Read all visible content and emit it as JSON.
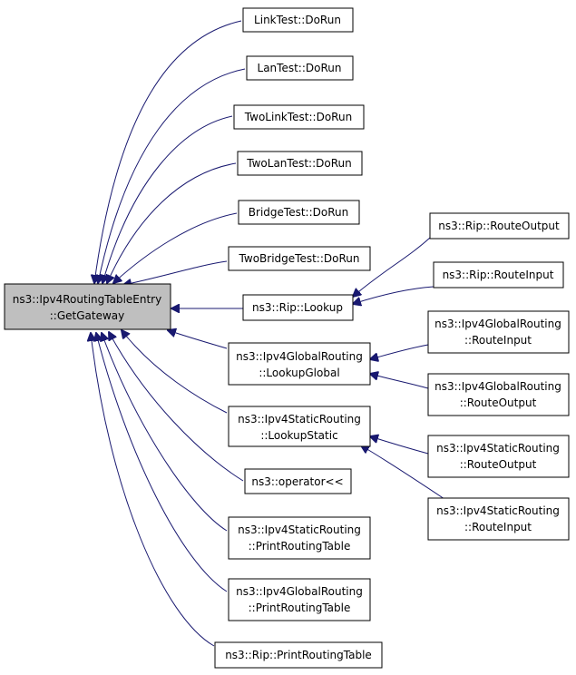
{
  "graph": {
    "root": {
      "line1": "ns3::Ipv4RoutingTableEntry",
      "line2": "::GetGateway"
    },
    "callers": [
      {
        "id": "linktest",
        "lines": [
          "LinkTest::DoRun"
        ]
      },
      {
        "id": "lantest",
        "lines": [
          "LanTest::DoRun"
        ]
      },
      {
        "id": "twolinktest",
        "lines": [
          "TwoLinkTest::DoRun"
        ]
      },
      {
        "id": "twolantest",
        "lines": [
          "TwoLanTest::DoRun"
        ]
      },
      {
        "id": "bridgetest",
        "lines": [
          "BridgeTest::DoRun"
        ]
      },
      {
        "id": "twobridgetest",
        "lines": [
          "TwoBridgeTest::DoRun"
        ]
      },
      {
        "id": "rip-lookup",
        "lines": [
          "ns3::Rip::Lookup"
        ]
      },
      {
        "id": "global-lookup",
        "lines": [
          "ns3::Ipv4GlobalRouting",
          "::LookupGlobal"
        ]
      },
      {
        "id": "static-lookup",
        "lines": [
          "ns3::Ipv4StaticRouting",
          "::LookupStatic"
        ]
      },
      {
        "id": "operator",
        "lines": [
          "ns3::operator<<"
        ]
      },
      {
        "id": "static-print",
        "lines": [
          "ns3::Ipv4StaticRouting",
          "::PrintRoutingTable"
        ]
      },
      {
        "id": "global-print",
        "lines": [
          "ns3::Ipv4GlobalRouting",
          "::PrintRoutingTable"
        ]
      },
      {
        "id": "rip-print",
        "lines": [
          "ns3::Rip::PrintRoutingTable"
        ]
      }
    ],
    "secondary": [
      {
        "id": "rip-routeoutput",
        "lines": [
          "ns3::Rip::RouteOutput"
        ],
        "calls": "rip-lookup"
      },
      {
        "id": "rip-routeinput",
        "lines": [
          "ns3::Rip::RouteInput"
        ],
        "calls": "rip-lookup"
      },
      {
        "id": "global-routeinput",
        "lines": [
          "ns3::Ipv4GlobalRouting",
          "::RouteInput"
        ],
        "calls": "global-lookup"
      },
      {
        "id": "global-routeoutput",
        "lines": [
          "ns3::Ipv4GlobalRouting",
          "::RouteOutput"
        ],
        "calls": "global-lookup"
      },
      {
        "id": "static-routeoutput",
        "lines": [
          "ns3::Ipv4StaticRouting",
          "::RouteOutput"
        ],
        "calls": "static-lookup"
      },
      {
        "id": "static-routeinput",
        "lines": [
          "ns3::Ipv4StaticRouting",
          "::RouteInput"
        ],
        "calls": "static-lookup"
      }
    ],
    "colors": {
      "edge": "#191970",
      "root_fill": "#bfbfbf",
      "node_fill": "#ffffff",
      "border": "#000000"
    }
  }
}
